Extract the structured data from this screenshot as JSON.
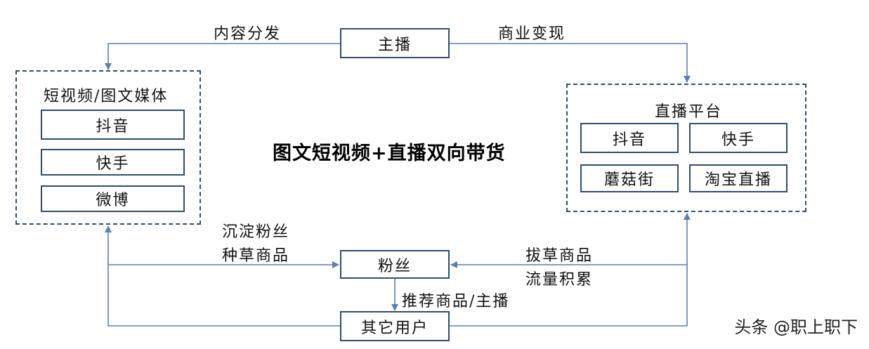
{
  "nodes": {
    "anchor": "主播",
    "fans": "粉丝",
    "other_users": "其它用户"
  },
  "short_video_media": {
    "title": "短视频/图文媒体",
    "items": [
      "抖音",
      "快手",
      "微博"
    ]
  },
  "live_platform": {
    "title": "直播平台",
    "items": [
      "抖音",
      "快手",
      "蘑菇街",
      "淘宝直播"
    ]
  },
  "edges": {
    "content_distribution": "内容分发",
    "monetization": "商业变现",
    "fans_to_media_line1": "沉淀粉丝",
    "fans_to_media_line2": "种草商品",
    "platform_to_fans_line1": "拔草商品",
    "platform_to_fans_line2": "流量积累",
    "recommend": "推荐商品/主播"
  },
  "center_title": "图文短视频+直播双向带货",
  "watermark": "头条 @职上职下",
  "colors": {
    "line": "#5b7fb5",
    "border": "#2f4d70"
  }
}
